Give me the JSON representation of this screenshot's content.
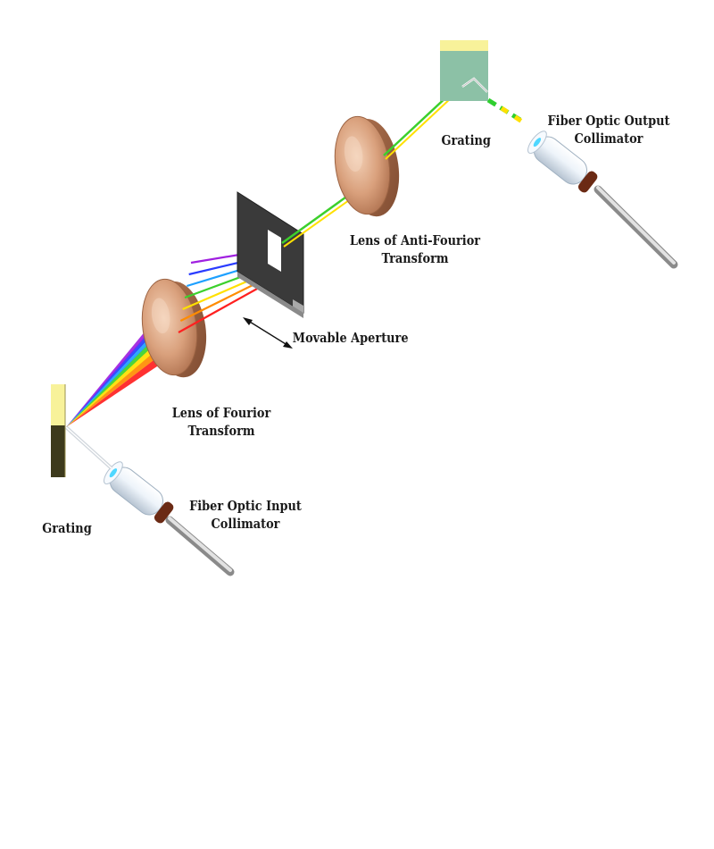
{
  "labels": {
    "grating_output": "Grating",
    "fiber_output": {
      "line1": "Fiber Optic Output",
      "line2": "Collimator"
    },
    "lens_anti_fourier": {
      "line1": "Lens of Anti-Fourior",
      "line2": "Transform"
    },
    "movable_aperture": "Movable Aperture",
    "lens_fourier": {
      "line1": "Lens of Fourior",
      "line2": "Transform"
    },
    "grating_input": "Grating",
    "fiber_input": {
      "line1": "Fiber Optic Input",
      "line2": "Collimator"
    }
  },
  "colors": {
    "grating_top": "#f8f29a",
    "grating_input_bottom": "#3d3a1c",
    "grating_output_bottom": "#8cc1a6",
    "lens": "#c98f6a",
    "aperture": "#3a3a3a",
    "collimator_body": "#eef4fa",
    "collimator_ring": "#6b2a14",
    "fiber": "#b9b9b9",
    "spectrum": [
      "#ff2020",
      "#ff8c00",
      "#ffe000",
      "#3cd02c",
      "#1ea0ff",
      "#2a3cff",
      "#a020e0"
    ]
  }
}
